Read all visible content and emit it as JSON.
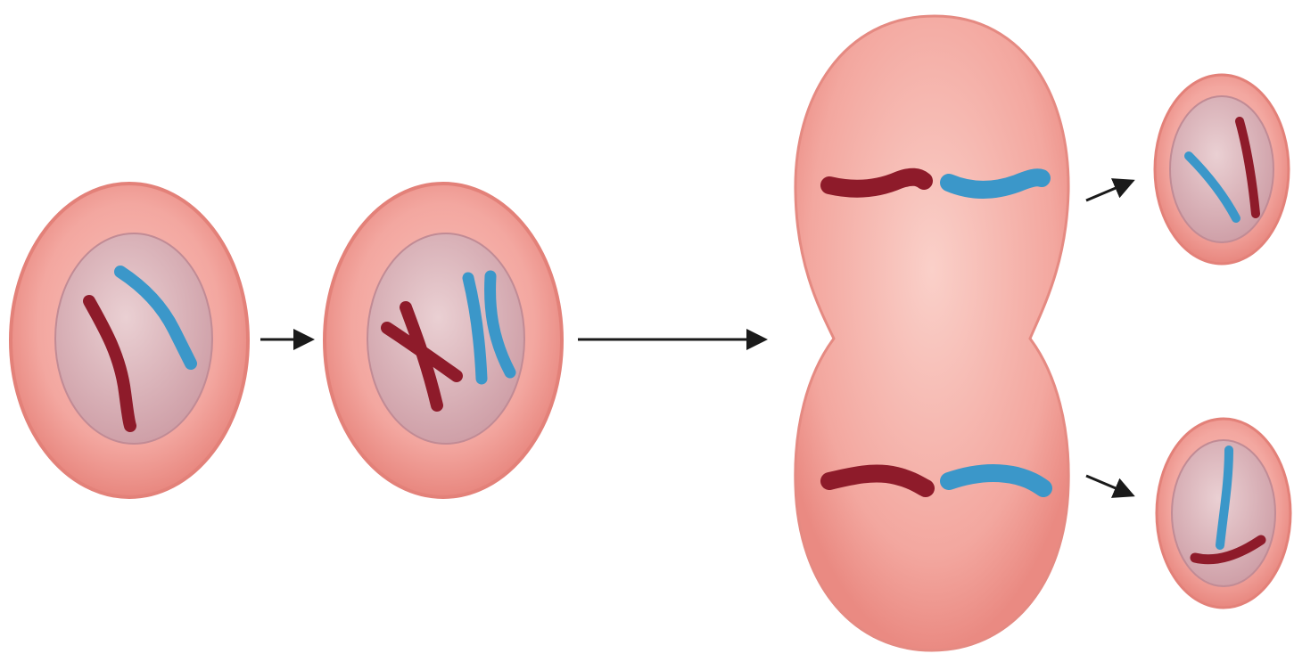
{
  "diagram": {
    "stages": [
      {
        "id": "interphase-cell"
      },
      {
        "id": "replicated-cell"
      },
      {
        "id": "dividing-cell"
      },
      {
        "id": "daughter-cell-top"
      },
      {
        "id": "daughter-cell-bottom"
      }
    ],
    "colors": {
      "background": "#ffffff",
      "cell_body": "#f3a7a0",
      "cell_rim": "#e9877f",
      "nucleus": "#dcb4bb",
      "chromosome_red": "#8e1b2a",
      "chromosome_blue": "#3b97c9",
      "arrow": "#1a1a1a"
    },
    "icons": {
      "arrow": "arrow-right-icon",
      "chromosome": "chromosome-icon"
    }
  }
}
